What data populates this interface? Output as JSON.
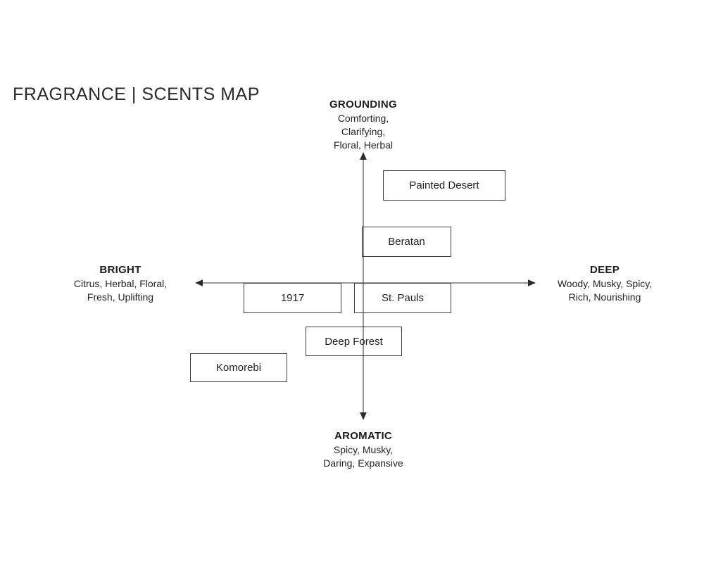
{
  "map": {
    "title": "FRAGRANCE | SCENTS MAP",
    "axes": {
      "top": {
        "name": "GROUNDING",
        "descriptors": "Comforting,\nClarifying,\nFloral, Herbal"
      },
      "left": {
        "name": "BRIGHT",
        "descriptors": "Citrus, Herbal, Floral,\nFresh, Uplifting"
      },
      "right": {
        "name": "DEEP",
        "descriptors": "Woody, Musky, Spicy,\nRich, Nourishing"
      },
      "bottom": {
        "name": "AROMATIC",
        "descriptors": "Spicy, Musky,\nDaring, Expansive"
      }
    },
    "items": {
      "painted_desert": {
        "label": "Painted Desert"
      },
      "beratan": {
        "label": "Beratan"
      },
      "year_1917": {
        "label": "1917"
      },
      "st_pauls": {
        "label": "St. Pauls"
      },
      "deep_forest": {
        "label": "Deep Forest"
      },
      "komorebi": {
        "label": "Komorebi"
      }
    },
    "colors": {
      "background": "#ffffff",
      "text": "#222222",
      "box_border": "#3d3d3d",
      "axis_line": "#5a5a5a"
    }
  }
}
